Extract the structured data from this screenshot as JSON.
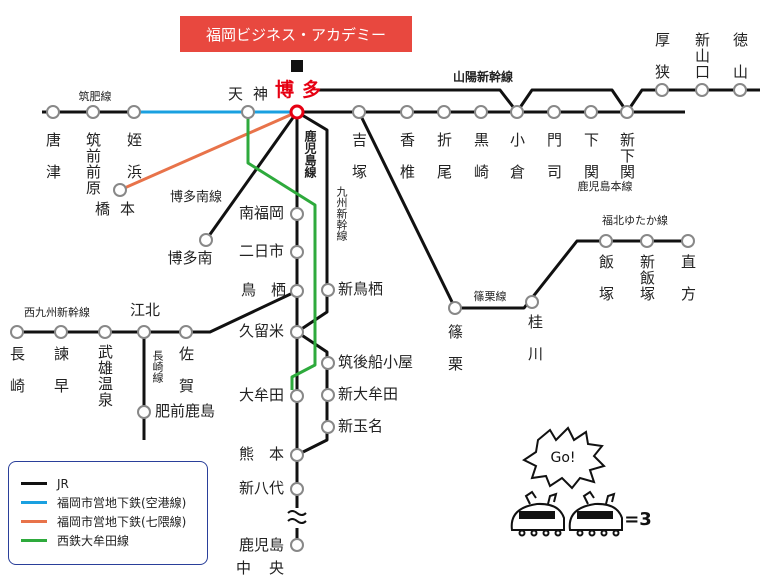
{
  "title": "福岡ビジネス・アカデミー",
  "colors": {
    "jr": "#111111",
    "kuko": "#1aa0e0",
    "nanakuma": "#e8734a",
    "nishitetsu": "#2eaa3c",
    "title_bg": "#e8483f",
    "hakata": "#e60012"
  },
  "line_labels": {
    "chikuhi": "筑肥線",
    "sanyo_shinkansen": "山陽新幹線",
    "kagoshima": "鹿児島線",
    "kyushu_shinkansen": "九州新幹線",
    "hakata_minami": "博多南線",
    "kagoshima_honsen": "鹿児島本線",
    "fukuhoku_yutaka": "福北ゆたか線",
    "sasaguri": "篠栗線",
    "nishi_kyushu_shinkansen": "西九州新幹線",
    "nagasaki": "長崎線"
  },
  "stations": [
    "唐津",
    "筑前前原",
    "姪浜",
    "天神",
    "博多",
    "吉塚",
    "香椎",
    "折尾",
    "黒崎",
    "小倉",
    "門司",
    "下関",
    "新下関",
    "厚狭",
    "新山口",
    "徳山",
    "博多南",
    "橋本",
    "南福岡",
    "二日市",
    "鳥栖",
    "久留米",
    "大牟田",
    "熊本",
    "新八代",
    "鹿児島中央",
    "新鳥栖",
    "筑後船小屋",
    "新大牟田",
    "新玉名",
    "長崎",
    "諫早",
    "武雄温泉",
    "江北",
    "佐賀",
    "肥前鹿島",
    "篠栗",
    "桂川",
    "飯塚",
    "新飯塚",
    "直方"
  ],
  "legend": [
    {
      "label": "JR",
      "color": "#111111"
    },
    {
      "label": "福岡市営地下鉄(空港線)",
      "color": "#1aa0e0"
    },
    {
      "label": "福岡市営地下鉄(七隈線)",
      "color": "#e8734a"
    },
    {
      "label": "西鉄大牟田線",
      "color": "#2eaa3c"
    }
  ],
  "illustration": {
    "bubble_text": "Go!",
    "trail_text": "=3"
  }
}
